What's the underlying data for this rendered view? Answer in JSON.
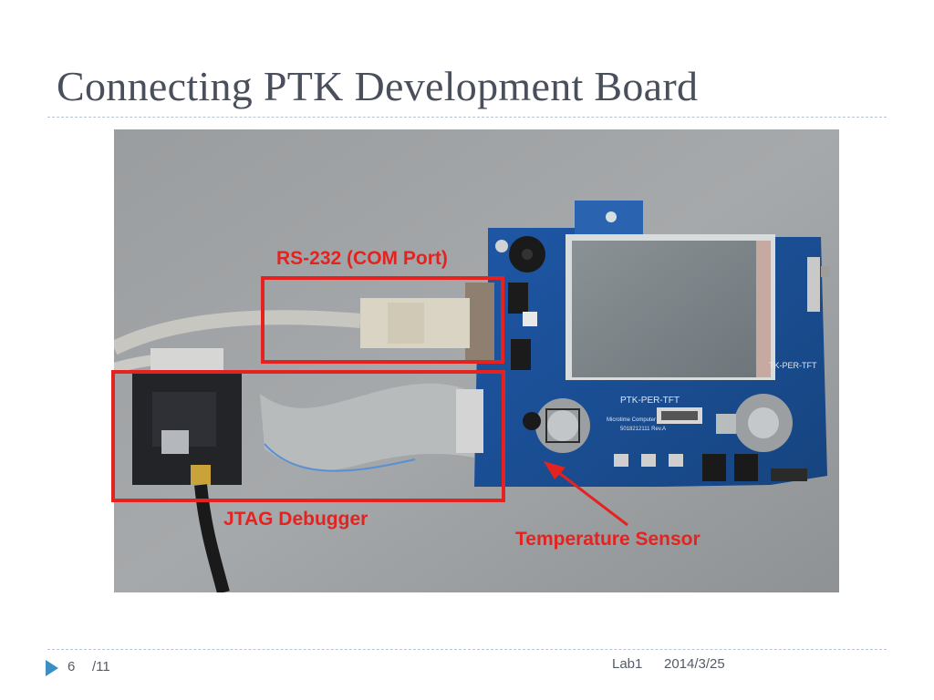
{
  "slide": {
    "title": "Connecting PTK Development Board"
  },
  "photo": {
    "board_label": "PTK-PER-TFT",
    "board_label_side": "TK-PER-TFT",
    "board_maker_text": "Microtime Computer Inc. © 2012",
    "board_serial_text": "5018212111 Rev.A"
  },
  "callouts": {
    "rs232": "RS-232 (COM Port)",
    "jtag": "JTAG Debugger",
    "temperature": "Temperature Sensor",
    "box_color": "#e42320"
  },
  "footer": {
    "page_number": "6",
    "page_total": "/11",
    "lab": "Lab1",
    "date": "2014/3/25",
    "arrow_color": "#3b8fc6"
  }
}
